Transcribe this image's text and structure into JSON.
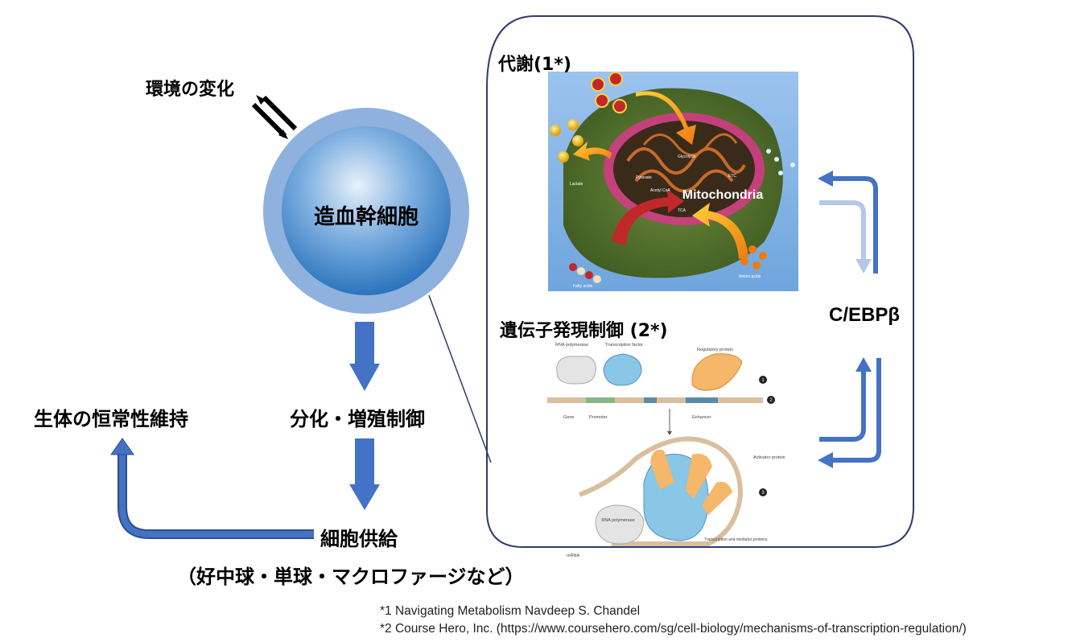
{
  "labels": {
    "env_change": "環境の変化",
    "stem_cell": "造血幹細胞",
    "differentiation": "分化・増殖制御",
    "homeostasis": "生体の恒常性維持",
    "cell_supply": "細胞供給",
    "cell_types": "（好中球・単球・マクロファージなど）",
    "metabolism": "代謝(1*)",
    "gene_expression": "遺伝子発現制御 (2*)",
    "cebpb": "C/EBPβ"
  },
  "metabolism_figure": {
    "mitochondria": "Mitochondria",
    "glycolysis": "Glycolysis",
    "tca": "TCA",
    "etc": "ETC",
    "pyruvate": "Pyruvate",
    "lactate": "Lactate",
    "acetyl_coa": "Acetyl CoA",
    "fatty_acids": "Fatty acids",
    "amino_acids": "Amino acids"
  },
  "gene_figure": {
    "rna_polymerase": "RNA polymerase",
    "transcription_factor": "Transcription factor",
    "regulatory_protein": "Regulatory protein",
    "gene": "Gene",
    "promoter": "Promoter",
    "enhancer": "Enhancer",
    "activator_protein": "Activator protein",
    "transcription_mediator": "Transcription and mediator proteins",
    "mrna": "mRNA",
    "step1": "1",
    "step2": "2",
    "step3": "3"
  },
  "references": [
    "*1 Navigating Metabolism Navdeep S. Chandel",
    "*2 Course Hero, Inc. (https://www.coursehero.com/sg/cell-biology/mechanisms-of-transcription-regulation/)"
  ],
  "colors": {
    "arrow_blue": "#4472c4",
    "arrow_light": "#b4c7e7",
    "box_border": "#2f3b6b",
    "cell_outer": "#8fb1de",
    "cell_inner": "#2e78c4"
  }
}
